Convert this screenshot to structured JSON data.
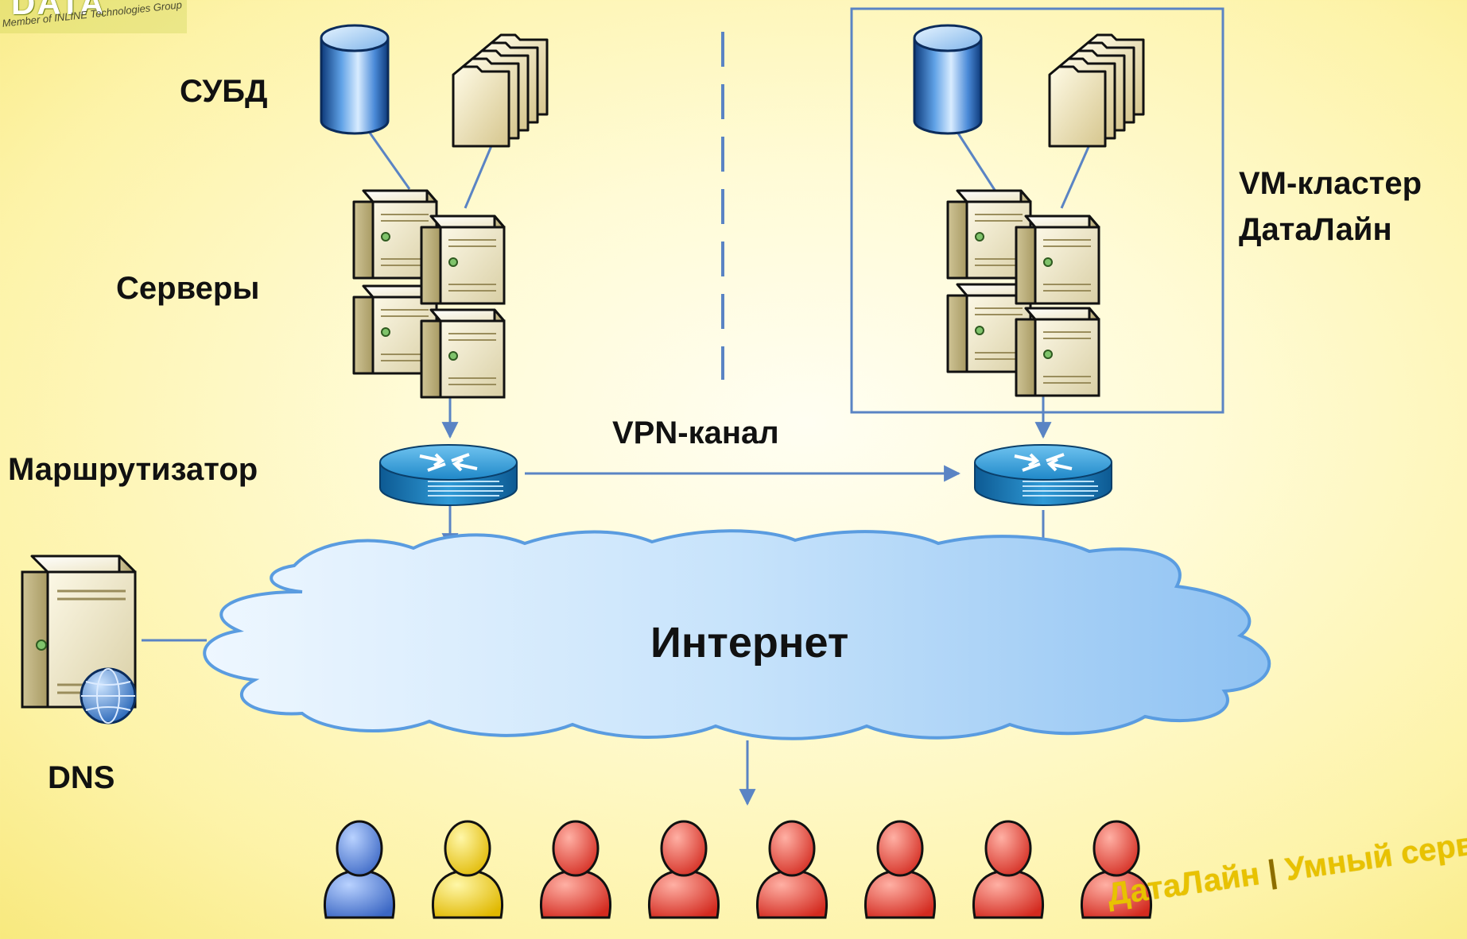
{
  "logo": {
    "tagline": "Member of INLINE Technologies Group"
  },
  "labels": {
    "dbms": "СУБД",
    "servers": "Серверы",
    "router": "Маршрутизатор",
    "vpn": "VPN-канал",
    "vm_cluster_line1": "VM-кластер",
    "vm_cluster_line2": "ДатаЛайн",
    "internet": "Интернет",
    "dns": "DNS"
  },
  "slogan": {
    "brand": "ДатаЛайн",
    "separator": "|",
    "text": "Умный сервис"
  },
  "colors": {
    "connector": "#5a84c4",
    "cluster_border": "#5a84c4",
    "cloud_light": "#e4f2ff",
    "cloud_dark": "#92c3f3",
    "router": "#2a8fcb",
    "server_body": "#f2ecd2",
    "user_blue": "#4f7fd6",
    "user_yellow": "#f2d21a",
    "user_red": "#e2392e",
    "slogan": "#e8c200"
  },
  "users": [
    {
      "icon": "user-icon",
      "color": "blue"
    },
    {
      "icon": "user-icon",
      "color": "yellow"
    },
    {
      "icon": "user-icon",
      "color": "red"
    },
    {
      "icon": "user-icon",
      "color": "red"
    },
    {
      "icon": "user-icon",
      "color": "red"
    },
    {
      "icon": "user-icon",
      "color": "red"
    },
    {
      "icon": "user-icon",
      "color": "red"
    },
    {
      "icon": "user-icon",
      "color": "red"
    }
  ]
}
